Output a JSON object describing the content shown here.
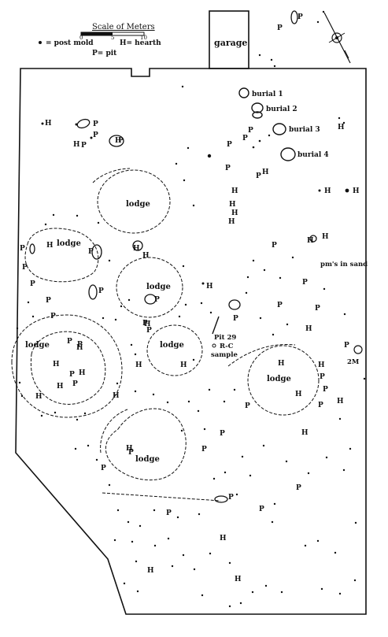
{
  "legend": {
    "scale_title": "Scale of Meters",
    "scale_ticks": [
      "0",
      "5",
      "10"
    ],
    "post_mold": "= post mold",
    "hearth": "H= hearth",
    "pit": "P= pit"
  },
  "structures": {
    "garage": "garage"
  },
  "burials": [
    "burial 1",
    "burial 2",
    "burial 3",
    "burial 4"
  ],
  "annotations": {
    "pms_in_sand": "pm's in sand",
    "pit_29": "Pit 29",
    "rc": "R-C",
    "sample": "sample",
    "two_m": "2M"
  },
  "symbols": {
    "hearth": "H",
    "pit": "P",
    "lodge": "lodge"
  },
  "colors": {
    "ink": "#111111",
    "paper": "#ffffff"
  },
  "icons": [
    "north-arrow-icon"
  ]
}
